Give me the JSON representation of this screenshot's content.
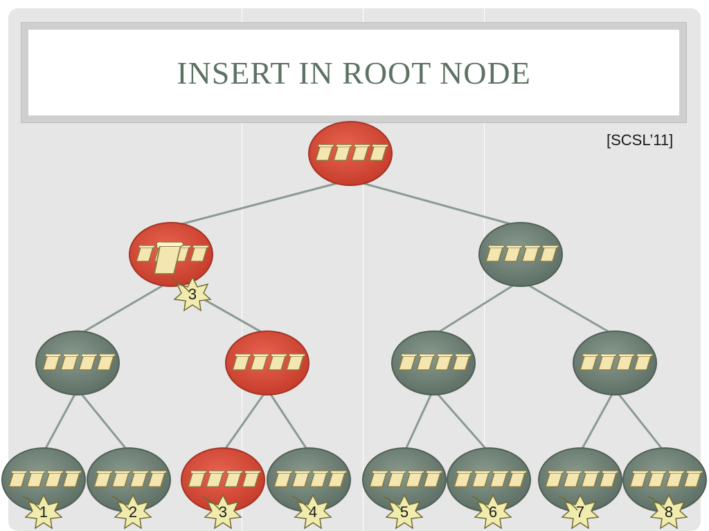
{
  "slide": {
    "title": "Insert in Root Node",
    "citation": "[SCSL’11]"
  },
  "colors": {
    "active_node": "#d94a38",
    "inactive_node": "#6f8176",
    "edge": "#8a9a93",
    "leaf_shape": "#f1ecae",
    "scroll": "#f3e6b0"
  },
  "tree": {
    "nodes": [
      {
        "id": "root",
        "active": true
      },
      {
        "id": "l1-left",
        "active": true
      },
      {
        "id": "l1-right",
        "active": false
      },
      {
        "id": "l2-a",
        "active": false
      },
      {
        "id": "l2-b",
        "active": true
      },
      {
        "id": "l2-c",
        "active": false
      },
      {
        "id": "l2-d",
        "active": false
      },
      {
        "id": "leaf-1",
        "active": false
      },
      {
        "id": "leaf-2",
        "active": false
      },
      {
        "id": "leaf-3",
        "active": true
      },
      {
        "id": "leaf-4",
        "active": false
      },
      {
        "id": "leaf-5",
        "active": false
      },
      {
        "id": "leaf-6",
        "active": false
      },
      {
        "id": "leaf-7",
        "active": false
      },
      {
        "id": "leaf-8",
        "active": false
      }
    ],
    "leaf_labels": [
      "1",
      "2",
      "3",
      "4",
      "5",
      "6",
      "7",
      "8"
    ],
    "inserted_label": "3",
    "insertion_icon": "scroll-icon",
    "label_icon": "ivy-leaf-icon"
  }
}
